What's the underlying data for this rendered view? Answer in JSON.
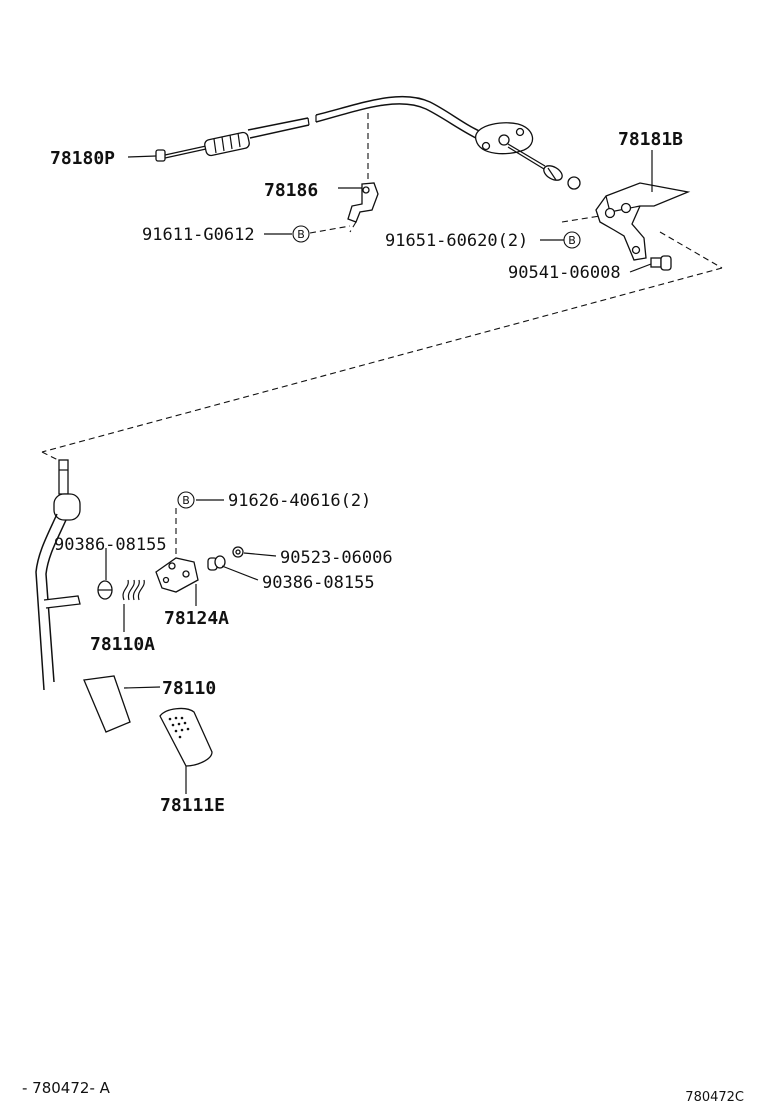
{
  "labels": {
    "p78180P": "78180P",
    "p78186": "78186",
    "p91611": "91611-G0612",
    "p78181B": "78181B",
    "p91651": "91651-60620(2)",
    "p90541": "90541-06008",
    "p91626": "91626-40616(2)",
    "p90386a": "90386-08155",
    "p90523": "90523-06006",
    "p90386b": "90386-08155",
    "p78124A": "78124A",
    "p78110A": "78110A",
    "p78110": "78110",
    "p78111E": "78111E"
  },
  "markers": {
    "b": "B"
  },
  "footer": {
    "left_code": "- 780472- A",
    "right_code": "780472C"
  }
}
